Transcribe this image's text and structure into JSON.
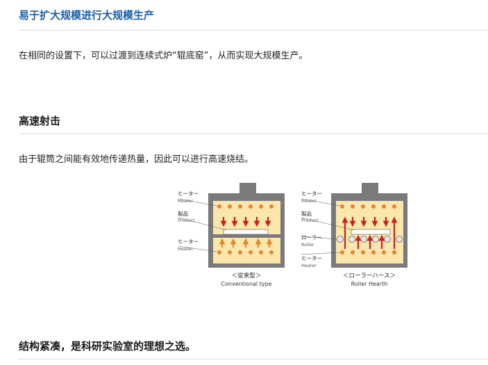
{
  "sections": [
    {
      "title": "易于扩大规模进行大规模生产",
      "paragraph": "在相同的设置下，可以过渡到连续式炉“辊底窑”，从而实现大规模生产。"
    },
    {
      "title": "高速射击",
      "paragraph": "由于辊筒之间能有效地传递热量，因此可以进行高速烧结。"
    },
    {
      "title": "结构紧凑，是科研实验室的理想之选。"
    }
  ],
  "diagram": {
    "conventional": {
      "heater_top_jp": "ヒーター",
      "heater_top_en": "Heater",
      "product_jp": "製品",
      "product_en": "Product",
      "heater_bottom_jp": "ヒーター",
      "heater_bottom_en": "Heater",
      "caption_jp": "＜従来型＞",
      "caption_en": "Conventional type"
    },
    "roller": {
      "heater_top_jp": "ヒーター",
      "heater_top_en": "Heater",
      "product_jp": "製品",
      "product_en": "Product",
      "roller_jp": "ローラー",
      "roller_en": "Roller",
      "heater_bottom_jp": "ヒーター",
      "heater_bottom_en": "Heater",
      "caption_jp": "＜ローラーハース＞",
      "caption_en": "Roller Hearth"
    },
    "colors": {
      "furnace_wall": "#7a7a7a",
      "chamber": "#fbe7ab",
      "heater": "#e8803a",
      "arrow": "#cc1f1f",
      "bottom_arrow": "#e08a2a",
      "roller": "#e6e6e6"
    }
  }
}
